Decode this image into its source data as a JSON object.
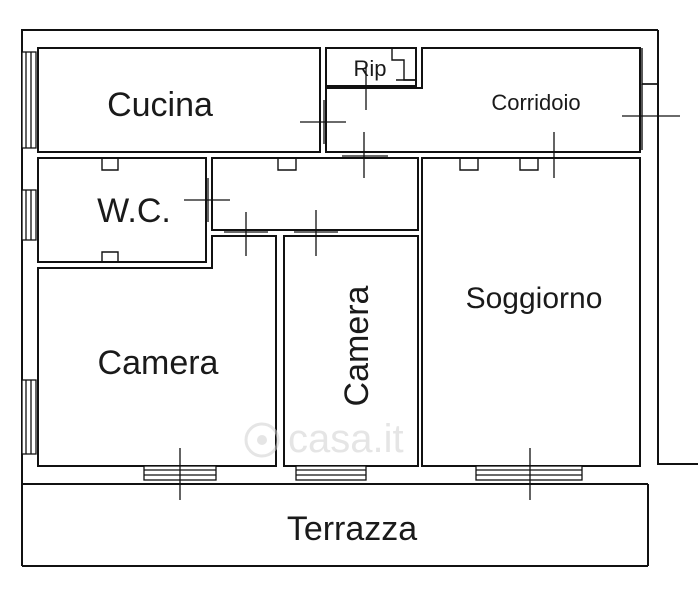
{
  "rooms": {
    "cucina": "Cucina",
    "rip": "Rip",
    "corridoio": "Corridoio",
    "wc": "W.C.",
    "camera_left": "Camera",
    "camera_middle": "Camera",
    "soggiorno": "Soggiorno",
    "terrazza": "Terrazza"
  },
  "watermark": "casa.it"
}
